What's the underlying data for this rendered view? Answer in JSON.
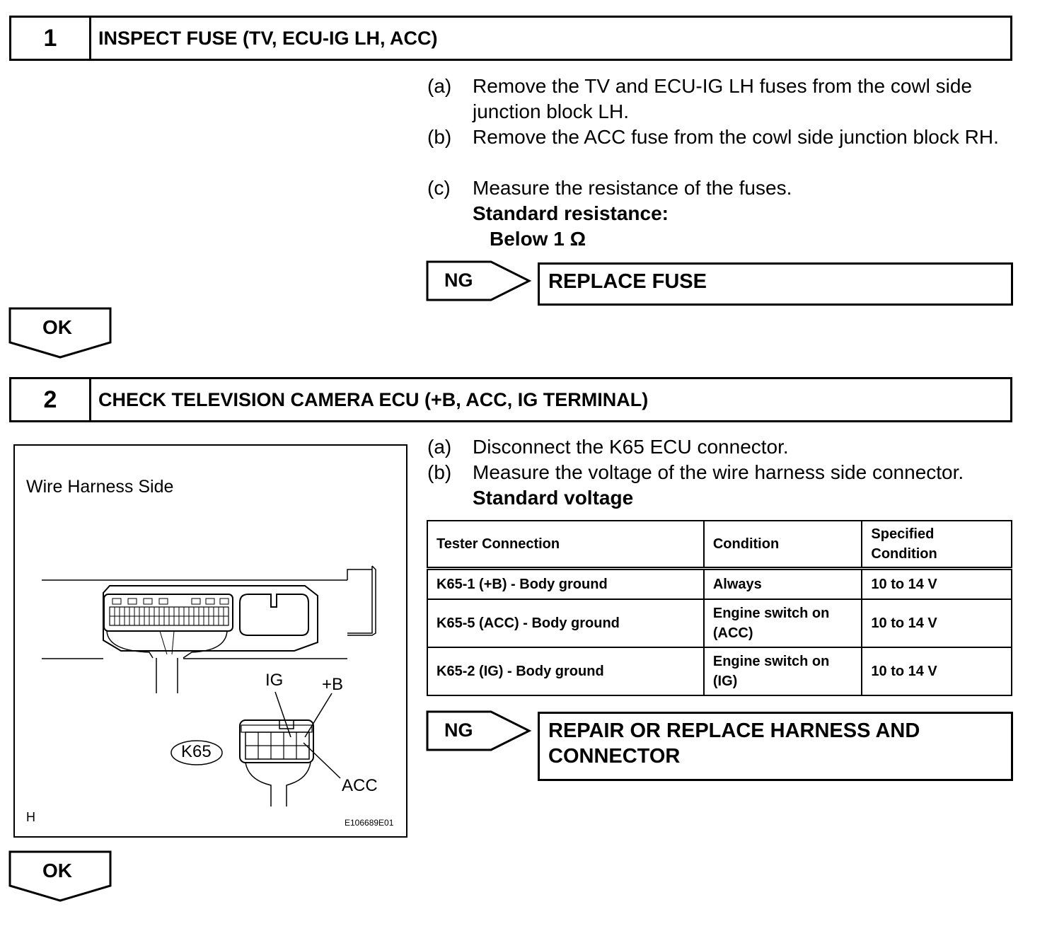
{
  "step1": {
    "number": "1",
    "title": "INSPECT FUSE (TV, ECU-IG LH, ACC)",
    "items": [
      {
        "label": "(a)",
        "text": "Remove the TV and ECU-IG LH fuses from the cowl side junction block LH."
      },
      {
        "label": "(b)",
        "text": "Remove the ACC fuse from the cowl side junction block RH."
      },
      {
        "label": "(c)",
        "text": "Measure the resistance of the fuses."
      }
    ],
    "standard_label": "Standard resistance:",
    "standard_value": "Below 1 Ω",
    "ng_label": "NG",
    "ng_result": "REPLACE FUSE",
    "ok_label": "OK"
  },
  "step2": {
    "number": "2",
    "title": "CHECK TELEVISION CAMERA ECU (+B, ACC, IG TERMINAL)",
    "items": [
      {
        "label": "(a)",
        "text": "Disconnect the K65 ECU connector."
      },
      {
        "label": "(b)",
        "text": "Measure the voltage of the wire harness side connector."
      }
    ],
    "standard_label": "Standard voltage",
    "table": {
      "headers": [
        "Tester Connection",
        "Condition",
        "Specified Condition"
      ],
      "rows": [
        [
          "K65-1 (+B) - Body ground",
          "Always",
          "10 to 14 V"
        ],
        [
          "K65-5 (ACC) - Body ground",
          "Engine switch on (ACC)",
          "10 to 14 V"
        ],
        [
          "K65-2 (IG) - Body ground",
          "Engine switch on (IG)",
          "10 to 14 V"
        ]
      ]
    },
    "figure": {
      "caption": "Wire Harness Side",
      "connector": "K65",
      "label_ig": "IG",
      "label_b": "+B",
      "label_acc": "ACC",
      "corner_mark": "H",
      "figure_id": "E106689E01"
    },
    "ng_label": "NG",
    "ng_result": "REPAIR OR REPLACE HARNESS AND CONNECTOR",
    "ok_label": "OK"
  }
}
